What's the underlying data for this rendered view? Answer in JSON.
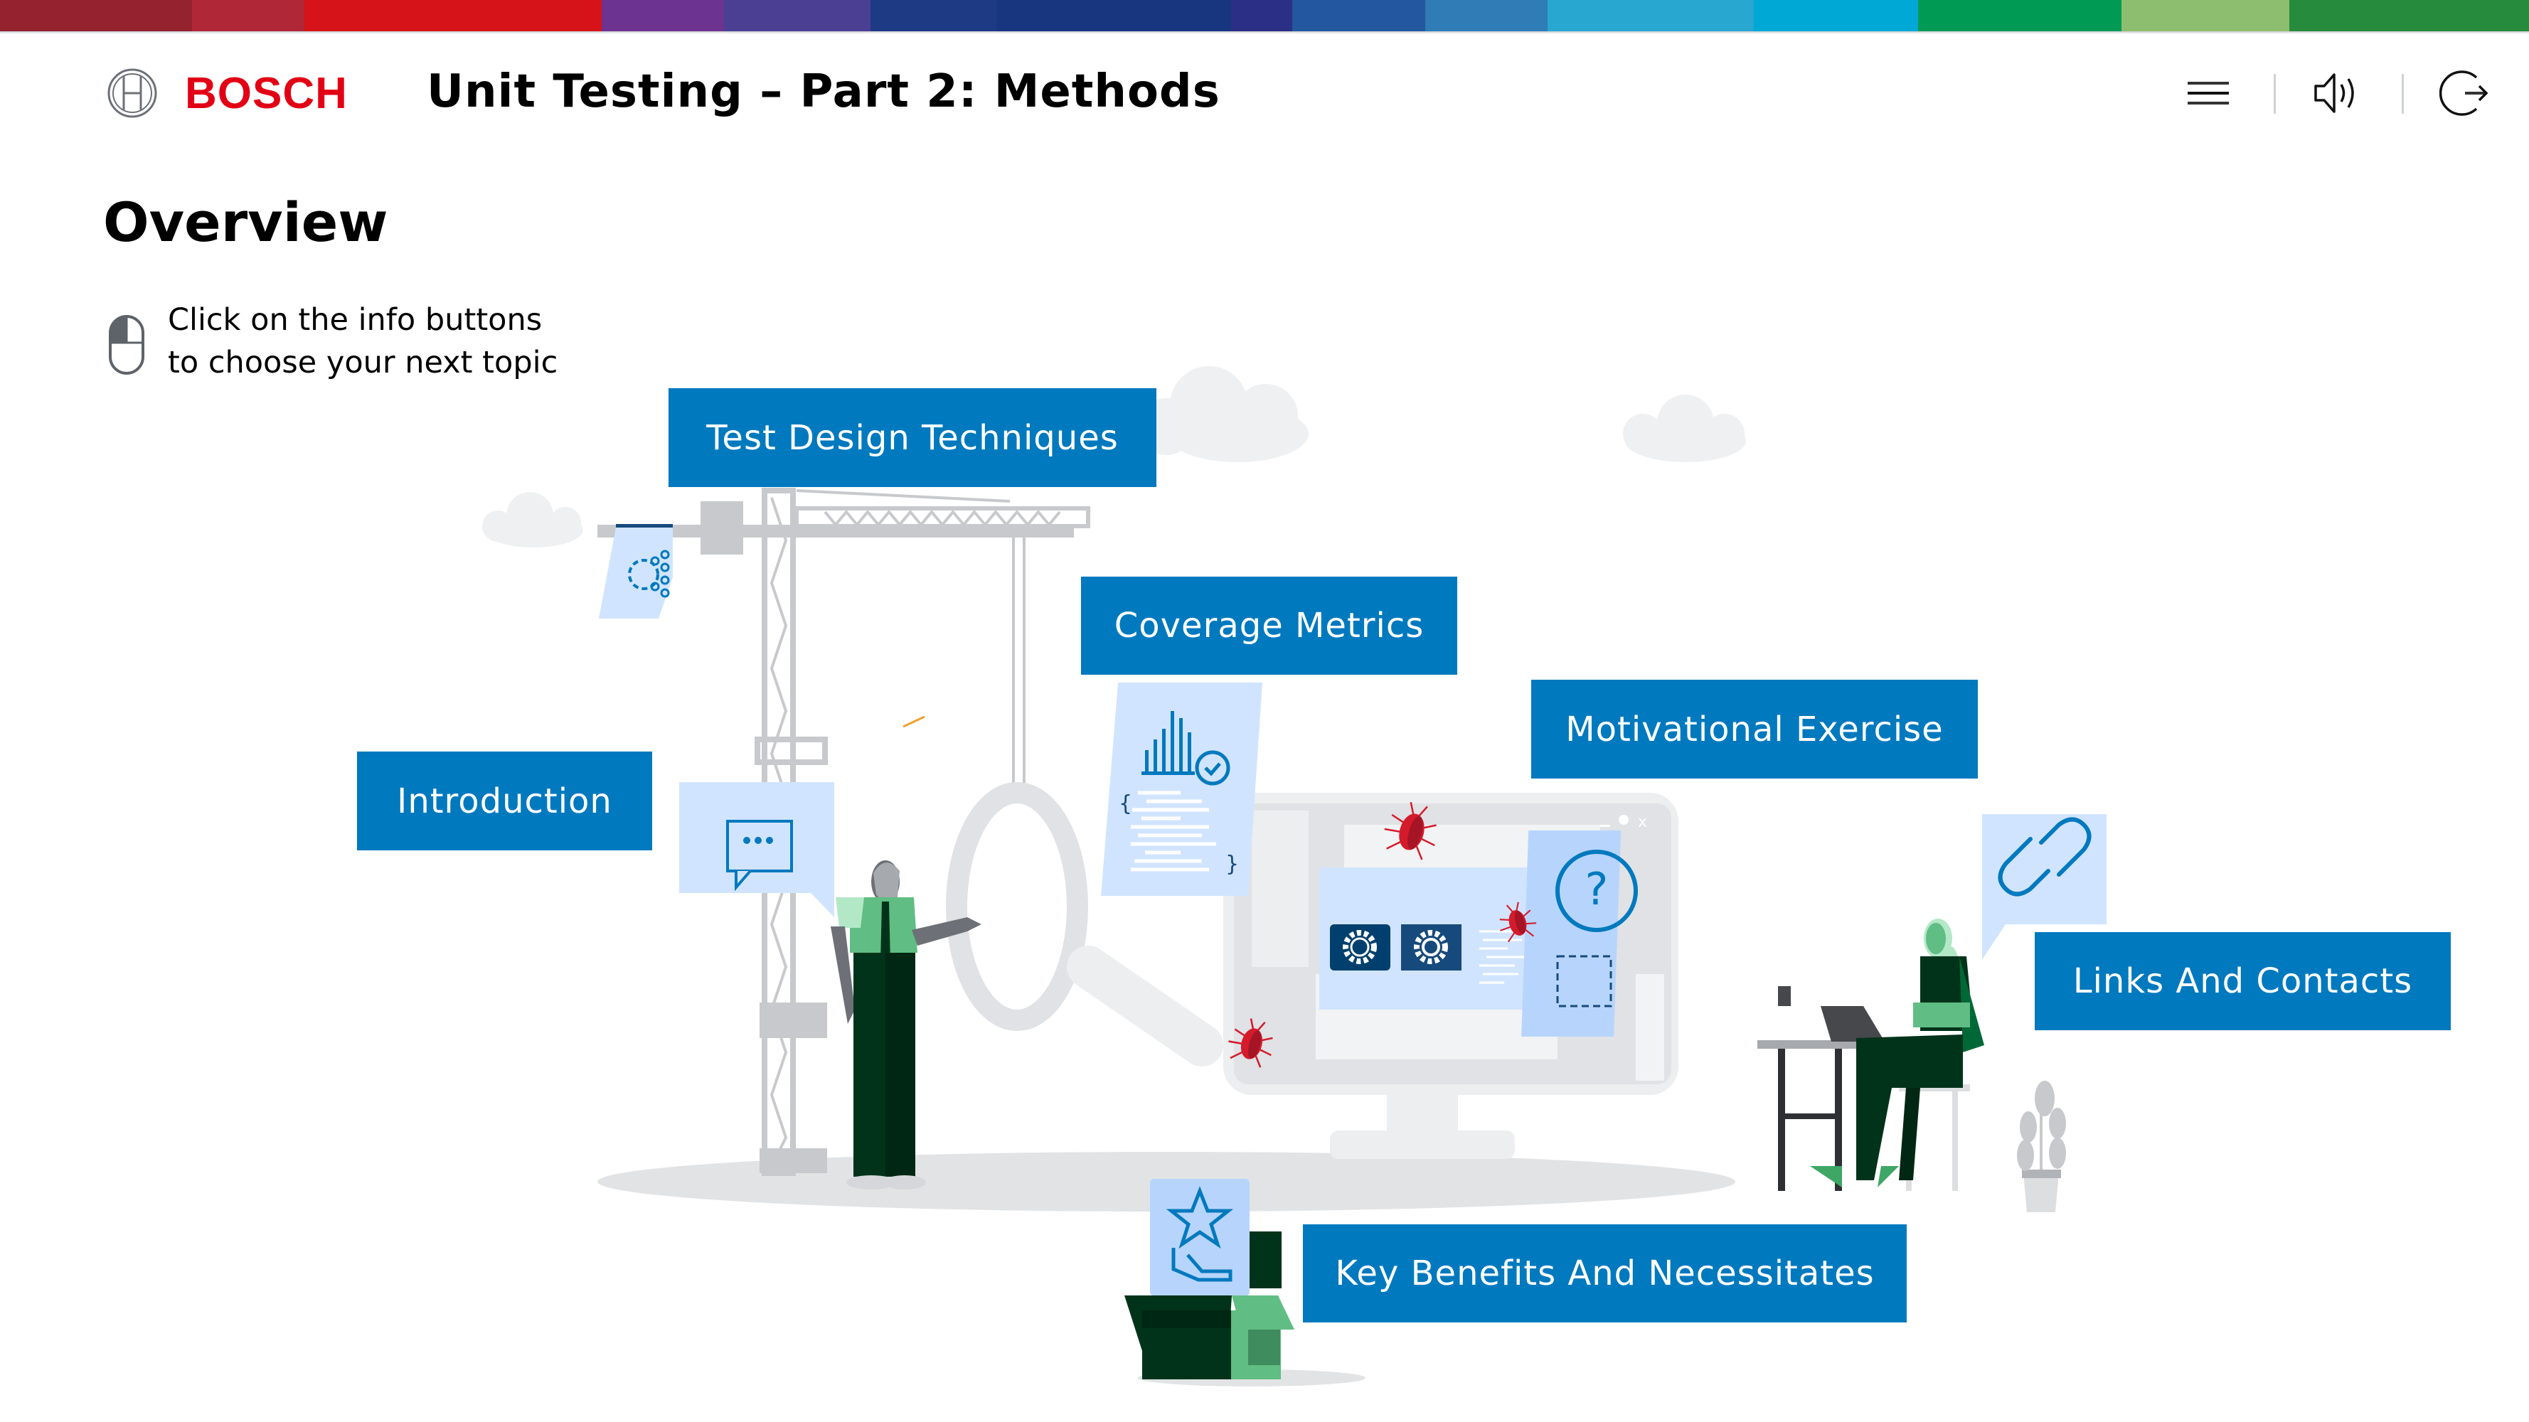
{
  "header": {
    "brand": "BOSCH",
    "title": "Unit Testing – Part 2: Methods",
    "icons": {
      "menu": "hamburger-menu-icon",
      "sound": "speaker-volume-icon",
      "exit": "exit-logout-icon"
    }
  },
  "colorbar": [
    "#95222f",
    "#b02738",
    "#d61318",
    "#6d3390",
    "#4b3f94",
    "#1e3a85",
    "#183580",
    "#2c2f86",
    "#2357a0",
    "#2f7cb6",
    "#28a7d0",
    "#00a8d6",
    "#009a55",
    "#8dbe6f",
    "#278b3d"
  ],
  "page": {
    "heading": "Overview",
    "hint_line1": "Click on the info buttons",
    "hint_line2": "to choose your next topic",
    "hint_icon": "mouse-left-click-icon"
  },
  "topics": [
    {
      "label": "Test Design Techniques",
      "icon": "gear-settings-icon"
    },
    {
      "label": "Coverage Metrics",
      "icon": "bar-chart-check-icon"
    },
    {
      "label": "Motivational Exercise",
      "icon": "question-circle-icon"
    },
    {
      "label": "Introduction",
      "icon": "chat-bubble-icon"
    },
    {
      "label": "Links And Contacts",
      "icon": "chain-link-icon"
    },
    {
      "label": "Key Benefits And Necessitates",
      "icon": "star-hand-icon"
    }
  ],
  "colors": {
    "accent": "#0079be",
    "card_bg": "#d1e4ff",
    "brand_red": "#e20015",
    "green_dark": "#00331a",
    "green_light": "#60bd83",
    "bug_red": "#d41b2c",
    "gray_light": "#e0e2e5"
  }
}
